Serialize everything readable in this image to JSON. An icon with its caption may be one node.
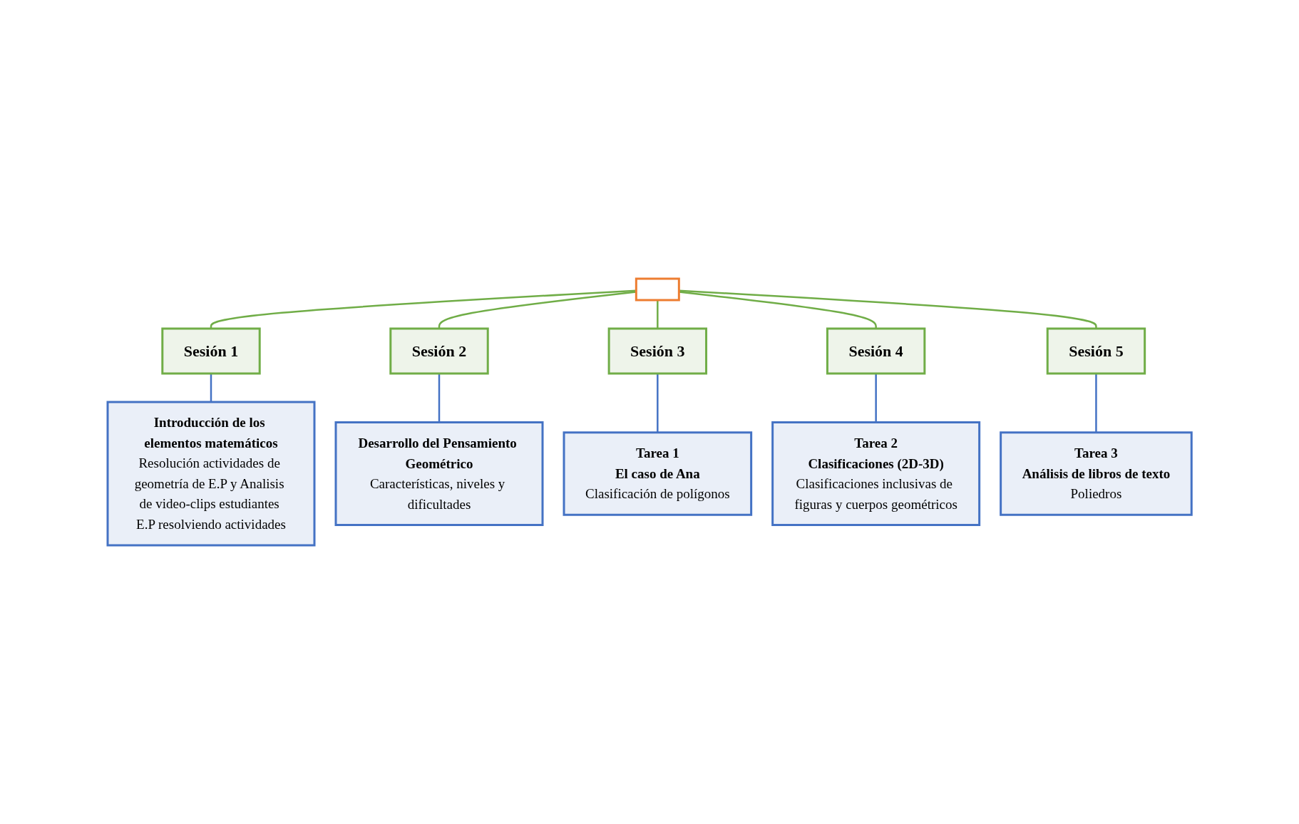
{
  "diagram": {
    "nodes": [
      {
        "text": [],
        "shape": "box"
      },
      {
        "text": [
          "Sesión 1"
        ]
      },
      {
        "text": [
          "Sesión 2"
        ]
      },
      {
        "text": [
          "Sesión 3"
        ]
      },
      {
        "text": [
          "Sesión 4"
        ]
      },
      {
        "text": [
          "Sesión 5"
        ]
      },
      {
        "text": [
          "Introducción de los elementos matemáticos",
          "Resolución actividades de geometría de E.P y Analisis de video-clips estudiantes E.P resolviendo actividades"
        ]
      },
      {
        "text": [
          "Desarrollo del Pensamiento Geométrico",
          "Características, niveles y dificultades"
        ]
      },
      {
        "text": [
          "Tarea 1",
          "El caso de Ana",
          "Clasificación de polígonos"
        ]
      },
      {
        "text": [
          "Tarea 2",
          "Clasificaciones (2D-3D)",
          "Clasificaciones inclusivas de figuras y cuerpos geométricos"
        ]
      },
      {
        "text": [
          "Tarea 3",
          "Análisis de libros de texto",
          "Poliedros"
        ]
      }
    ],
    "edges": [
      {
        "from": 0,
        "to": 1,
        "arrow": "none",
        "color": "#70ad47"
      },
      {
        "from": 0,
        "to": 2,
        "arrow": "none",
        "color": "#70ad47"
      },
      {
        "from": 0,
        "to": 3,
        "arrow": "none",
        "color": "#70ad47"
      },
      {
        "from": 0,
        "to": 4,
        "arrow": "none",
        "color": "#70ad47"
      },
      {
        "from": 0,
        "to": 5,
        "arrow": "none",
        "color": "#70ad47"
      },
      {
        "from": 1,
        "to": 6,
        "arrow": "none",
        "color": "#4472c4"
      },
      {
        "from": 2,
        "to": 7,
        "arrow": "none",
        "color": "#4472c4"
      },
      {
        "from": 3,
        "to": 8,
        "arrow": "none",
        "color": "#4472c4"
      },
      {
        "from": 4,
        "to": 9,
        "arrow": "none",
        "color": "#4472c4"
      },
      {
        "from": 5,
        "to": 10,
        "arrow": "none",
        "color": "#4472c4"
      }
    ]
  }
}
